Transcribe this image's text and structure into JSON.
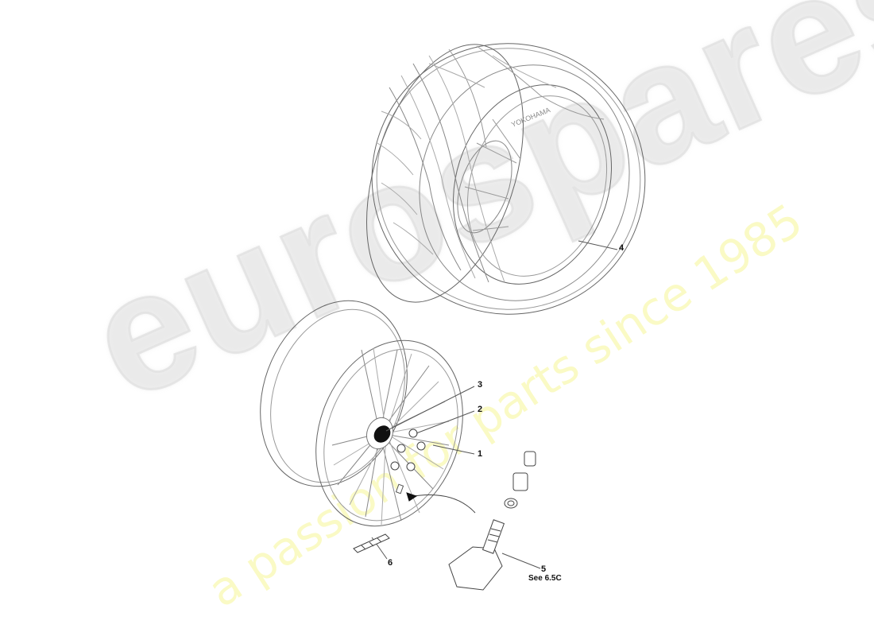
{
  "diagram": {
    "type": "exploded-parts-diagram",
    "subject": "Road wheel, tyre and TPMS sensor assembly",
    "tyre_brand_text": "YOKOHAMA",
    "callouts": [
      {
        "id": "1",
        "label": "1",
        "part": "wheel"
      },
      {
        "id": "2",
        "label": "2",
        "part": "wheel nut"
      },
      {
        "id": "3",
        "label": "3",
        "part": "centre cap"
      },
      {
        "id": "4",
        "label": "4",
        "part": "tyre"
      },
      {
        "id": "5",
        "label": "5",
        "part": "tyre pressure sensor",
        "note": "See  6.5C"
      },
      {
        "id": "6",
        "label": "6",
        "part": "balance weight"
      }
    ]
  },
  "watermark": {
    "brand": "eurospares",
    "tagline": "a passion for parts since 1985",
    "brand_color": "#e6e6e6",
    "tagline_color": "#f6f696"
  },
  "colors": {
    "line": "#555555",
    "label": "#111111",
    "background": "#ffffff"
  }
}
